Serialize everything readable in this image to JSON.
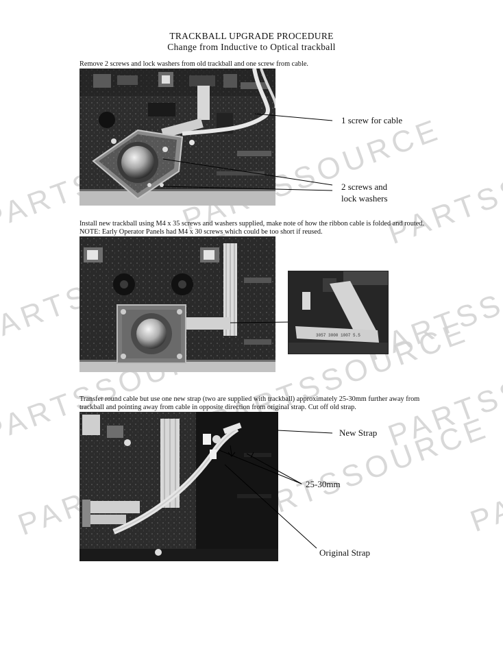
{
  "doc": {
    "title": "TRACKBALL UPGRADE PROCEDURE",
    "subtitle": "Change from Inductive to Optical trackball"
  },
  "steps": [
    {
      "text": "Remove 2 screws and lock washers from old trackball and one screw from cable."
    },
    {
      "text": "Install new trackball using M4 x 35 screws and washers supplied, make note of how the ribbon cable is folded and routed.  NOTE: Early Operator Panels had M4 x 30 screws which could be too short if reused."
    },
    {
      "text": "Transfer round cable but use one new strap (two are supplied with trackball) approximately 25-30mm further away from trackball and pointing away from cable in opposite direction from original strap. Cut off old strap."
    }
  ],
  "callouts": {
    "screw_cable": "1 screw for cable",
    "screws_line1": "2 screws and",
    "screws_line2": "lock washers",
    "new_strap": "New Strap",
    "distance": "25-30mm",
    "original_strap": "Original Strap"
  },
  "ribbon_text": "3057 3000 1007 5.5",
  "watermark": "PARTSSOURCE"
}
